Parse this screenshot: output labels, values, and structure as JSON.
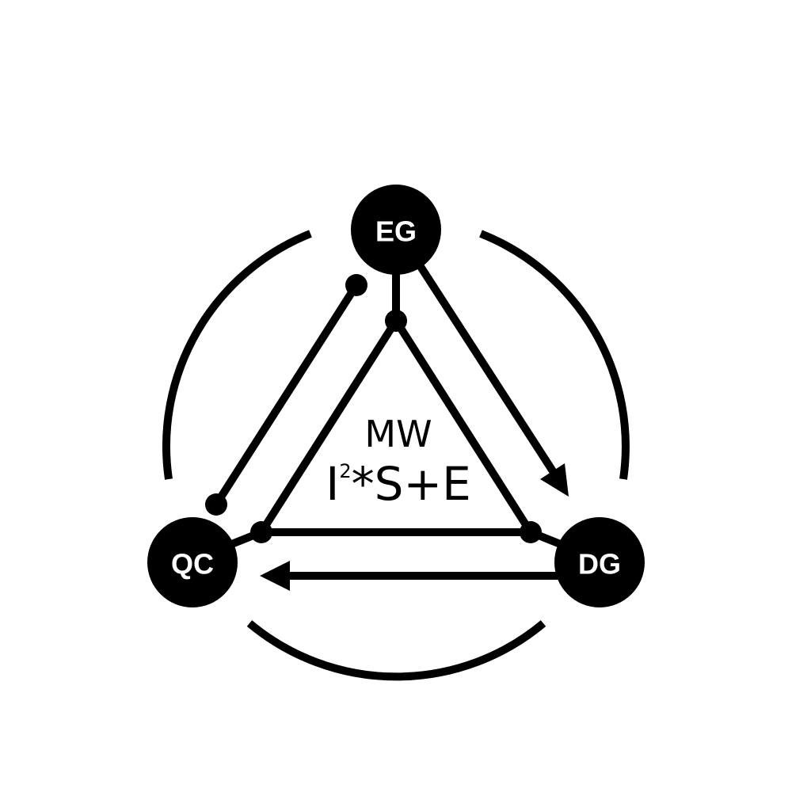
{
  "nodes": {
    "top": "EG",
    "left": "QC",
    "right": "DG"
  },
  "center": {
    "line1": "MW",
    "base": "I",
    "exponent": "2",
    "rest": "*S+E"
  },
  "colors": {
    "ink": "#000000",
    "background": "#ffffff",
    "label": "#ffffff"
  }
}
